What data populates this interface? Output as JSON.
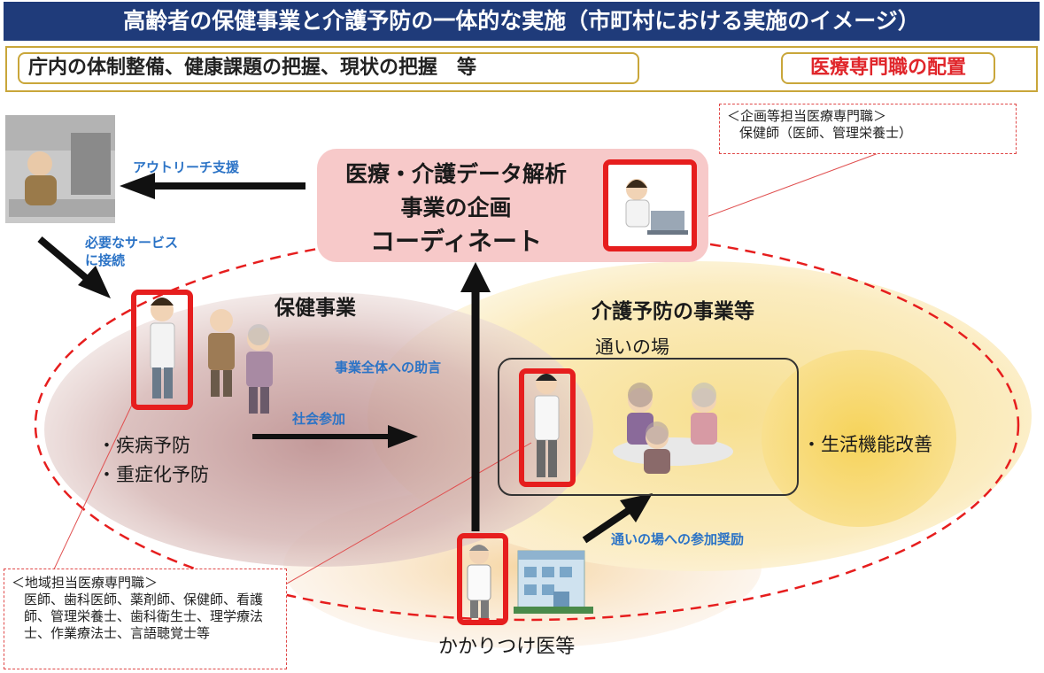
{
  "header": {
    "title": "高齢者の保健事業と介護予防の一体的な実施（市町村における実施のイメージ）",
    "left_box": "庁内の体制整備、健康課題の把握、現状の把握　等",
    "right_box": "医療専門職の配置"
  },
  "center_box": {
    "line1": "医療・介護データ解析",
    "line2": "事業の企画",
    "line3": "コーディネート"
  },
  "notes": {
    "top_title": "＜企画等担当医療専門職＞",
    "top_body": "保健師（医師、管理栄養士）",
    "bottom_title": "＜地域担当医療専門職＞",
    "bottom_body": "医師、歯科医師、薬剤師、保健師、看護師、管理栄養士、歯科衛生士、理学療法士、作業療法士、言語聴覚士等"
  },
  "labels": {
    "outreach": "アウトリーチ支援",
    "connect_line1": "必要なサービス",
    "connect_line2": "に接続",
    "health_project": "保健事業",
    "care_prevention": "介護予防の事業等",
    "venue": "通いの場",
    "advice": "事業全体への助言",
    "social": "社会参加",
    "disease1": "・疾病予防",
    "disease2": "・重症化予防",
    "life_function": "・生活機能改善",
    "encourage": "通いの場への参加奨励",
    "family_doctor": "かかりつけ医等"
  },
  "colors": {
    "title_bg": "#1f3b7a",
    "accent_red": "#e61e1e",
    "label_blue": "#2b73c6",
    "gold_border": "#c9a63a",
    "pink_box": "#f7c9c9",
    "mauve_oval": "#c9a6a6",
    "yellow_oval": "#f9e6a8"
  }
}
